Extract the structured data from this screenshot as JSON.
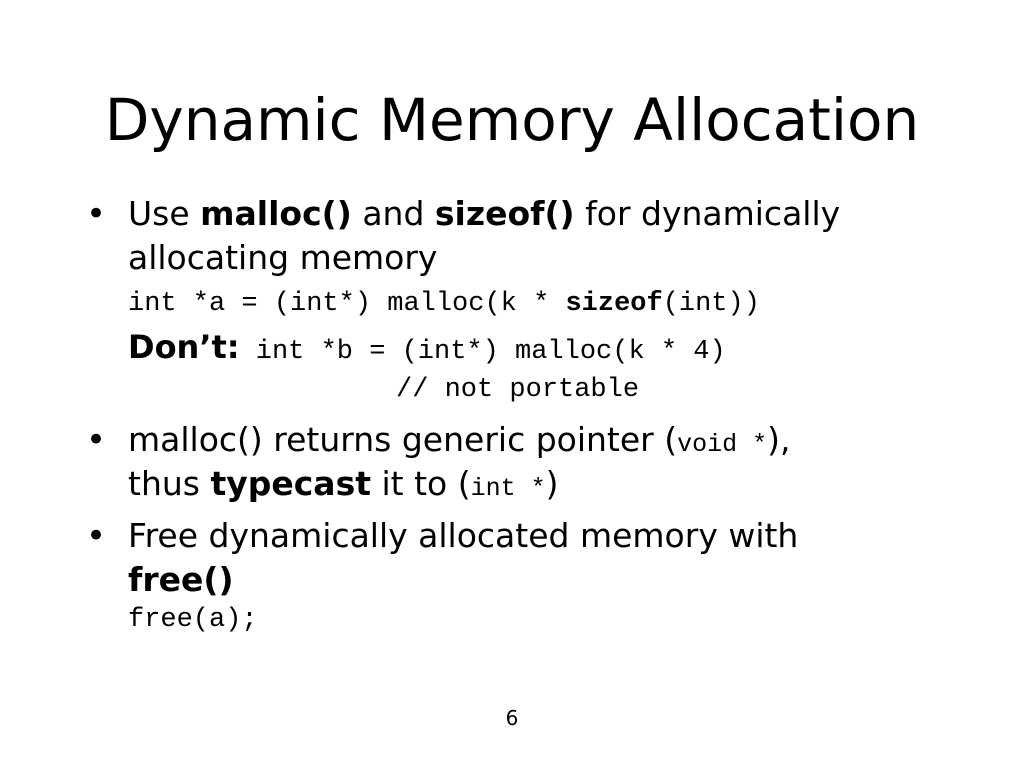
{
  "slide": {
    "title": "Dynamic Memory Allocation",
    "page_number": "6",
    "bullet_glyph": "•",
    "bullet1": {
      "line1_a": "Use ",
      "line1_malloc": "malloc()",
      "line1_b": " and ",
      "line1_sizeof": "sizeof()",
      "line1_c": " for dynamically",
      "line2": "allocating memory",
      "code1_a": "int *a = (int*) malloc(k * ",
      "code1_sizeof": "sizeof",
      "code1_b": "(int))",
      "dont_label": "Don’t:",
      "code2": " int *b = (int*) malloc(k * 4)",
      "code3": "// not portable"
    },
    "bullet2": {
      "line1_a": "malloc() returns generic pointer (",
      "line1_code": "void *",
      "line1_b": "),",
      "line2_a": "thus ",
      "line2_typecast": "typecast",
      "line2_b": " it to (",
      "line2_code": "int *",
      "line2_c": ")"
    },
    "bullet3": {
      "line1": "Free dynamically allocated memory with",
      "line2_free": "free()",
      "code": "free(a);"
    }
  }
}
